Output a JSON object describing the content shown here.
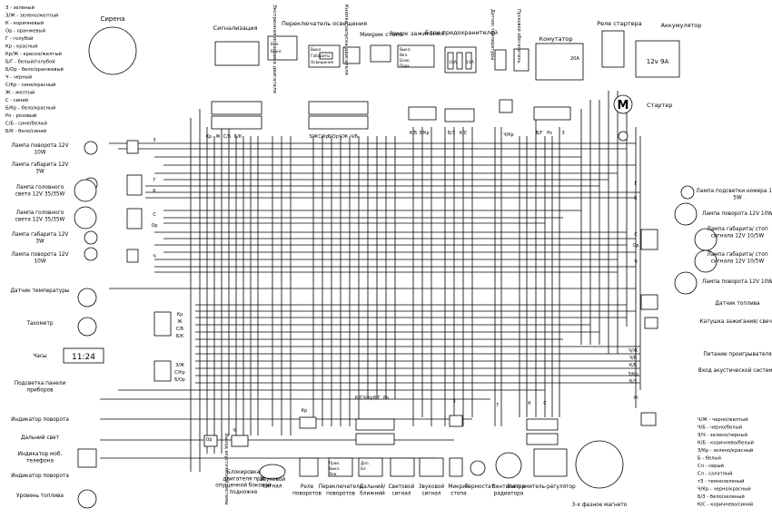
{
  "legend_left": [
    "З - зеленый",
    "З/Ж - зелено/желтый",
    "К - коричневый",
    "Ор - оранжевый",
    "Г - голубой",
    "Кр - красный",
    "Кр/Ж - красно/желтый",
    "Б/Г - белый/голубой",
    "Б/Ор - бело/оранжевый",
    "Ч - черный",
    "С/Кр - сине/красный",
    "Ж - желтый",
    "С - синий",
    "Б/Кр - бело/красный",
    "Ро - розовый",
    "С/Б - сине/белый",
    "Б/К - бело/синий"
  ],
  "legend_right": [
    "Ч/Ж - черно/желтый",
    "Ч/Б - черно/белый",
    "З/Ч - зелено/черный",
    "К/Б - коричнево/белый",
    "З/Кр - зелено/красный",
    "Б - белый",
    "Сл - серый",
    "Сл - салатный",
    "тЗ - темнозеленый",
    "Ч/Кр - черно/красный",
    "Б/З - бело/зеленый",
    "К/С - коричнево/синий"
  ],
  "top": {
    "sirena": "Сирена",
    "signal": "Сигнализация",
    "emergency": "Экстренная остановка двигателя",
    "light_switch": "Переключатель освещения",
    "start_btn": "Кнопка запуска двигателя",
    "micro_stop": "Микрик стопа",
    "ignition": "Замок зажигания",
    "fuse_block": "Блок предохранителей",
    "temp_sensor": "Датчик температуры",
    "start_relay_small": "Пусковой обогатитель",
    "commutator": "Комутатор",
    "starter_relay": "Реле стартера",
    "battery": "Аккумулятор",
    "battery_label": "12v 9A",
    "starter": "Стартер",
    "fuse_20a": "20А",
    "fuse_10a": "10А",
    "fuse_15a": "15А"
  },
  "left_labels": [
    "Лампа поворота 12V 10W",
    "Лампа габарита 12V 3W",
    "Лампа головного света 12V 35/35W",
    "Лампа головного света 12V 35/35W",
    "Лампа габарита 12V 3W",
    "Лампа поворота 12V 10W",
    "Датчик температуры",
    "Тахометр",
    "Часы",
    "Подсветка панели приборов",
    "Индикатор поворота",
    "Дальний свет",
    "Индикатор моб. телефона",
    "Индикатор поворота",
    "Уровень топлива"
  ],
  "clock_display": "11:24",
  "right_labels": [
    "Лампа подсветки номера 12V 5W",
    "Лампа поворота 12V 10W",
    "Лампа габарита/ стоп сигнала 12V 10/5W",
    "Лампа габарита/ стоп сигнала 12V 10/5W",
    "Лампа поворота 12V 10W",
    "Датчик топлива",
    "Катушка зажигания/ свеча",
    "Питание проигрывателя",
    "Вход акустической системы"
  ],
  "bottom_labels": [
    "Блокировка двигателя при опущенной боковой подножке",
    "Выход акустической системы",
    "Звуковой сигнал",
    "Реле поворотов",
    "Переключатель поворотов",
    "Дальний/ ближний",
    "Световой сигнал",
    "Звуковой сигнал",
    "Микрик стопа",
    "Термостат",
    "Вентилятор радиатора",
    "Выпрямитель-регулятор",
    "3-х фазное магнето"
  ],
  "wire_marks": [
    "З",
    "Г",
    "К",
    "С",
    "Ор",
    "Ч",
    "Кр",
    "Ж",
    "С/Б",
    "Б/К",
    "З/Ж",
    "С/Кр",
    "Б/Ор",
    "Ч/Ж",
    "Ч/Б",
    "К/Б",
    "З/Кр",
    "Б/З",
    "К/С",
    "Ч/Кр",
    "Б/Г",
    "Ро"
  ],
  "switch_rows": {
    "light": [
      "Выкл.",
      "Габариты",
      "Освещение"
    ],
    "ignition": [
      "Выкл.",
      "Вкл.",
      "Блок.",
      "Парк"
    ],
    "start": [
      "Вкл.",
      "Выкл."
    ],
    "turn": [
      "Прав.",
      "Выкл.",
      "Лев."
    ],
    "beam": [
      "Дал.",
      "Бл."
    ]
  }
}
